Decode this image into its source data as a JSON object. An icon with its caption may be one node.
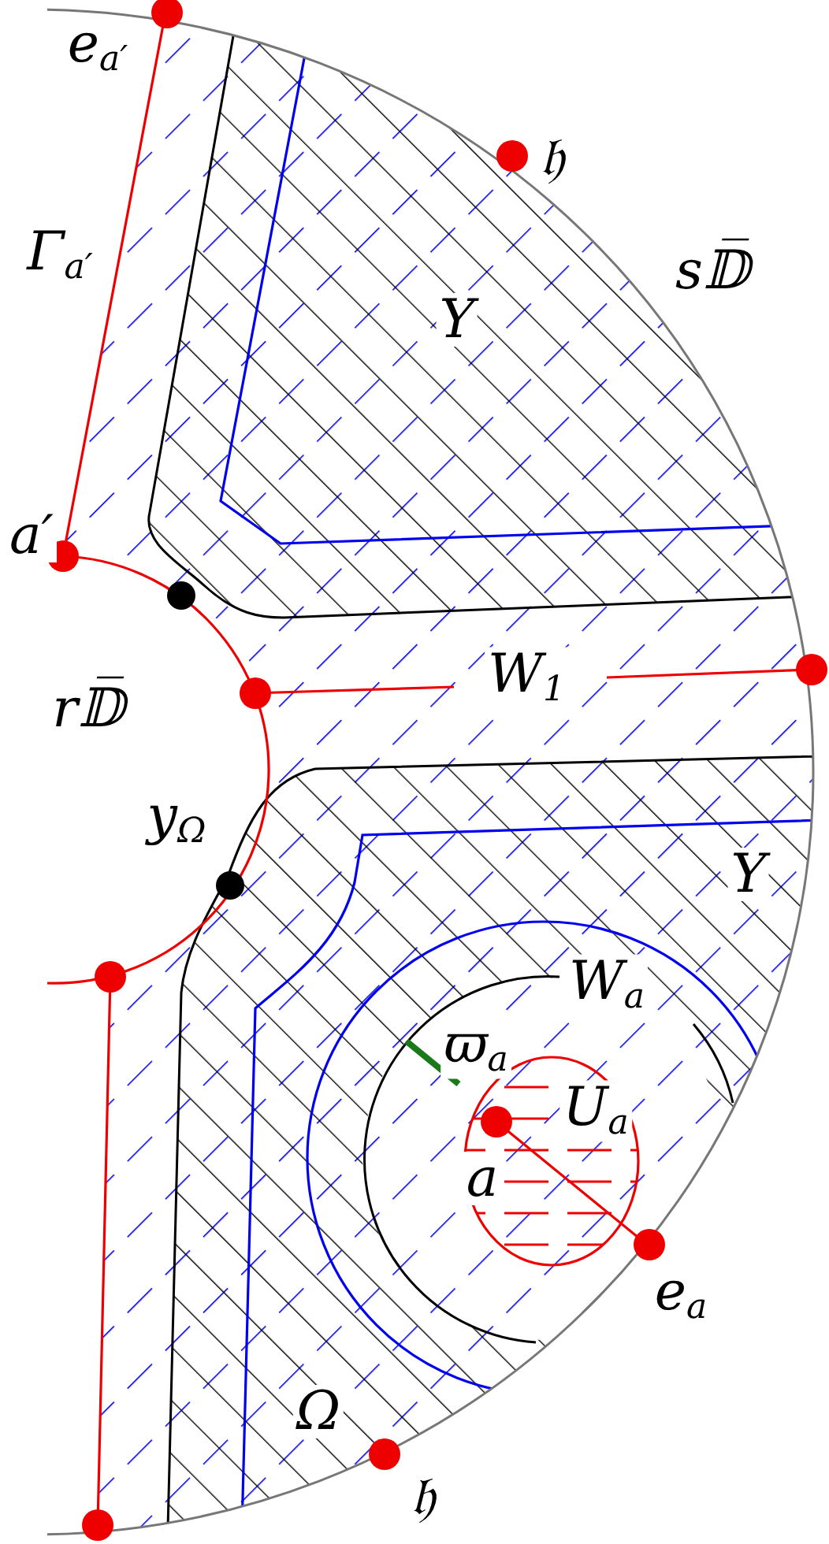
{
  "diagram": {
    "labels": [
      "e$_{a′}$",
      "𝔥",
      "Γ$_{a′}$",
      "Y",
      "s𝔻̅",
      "a′",
      "W$_{1}$",
      "r𝔻̅",
      "y$_{Ω}$",
      "Y",
      "W$_{a}$",
      "ϖ$_{a}$",
      "U$_{a}$",
      "a",
      "e$_{a}$",
      "Ω",
      "𝔥"
    ]
  }
}
